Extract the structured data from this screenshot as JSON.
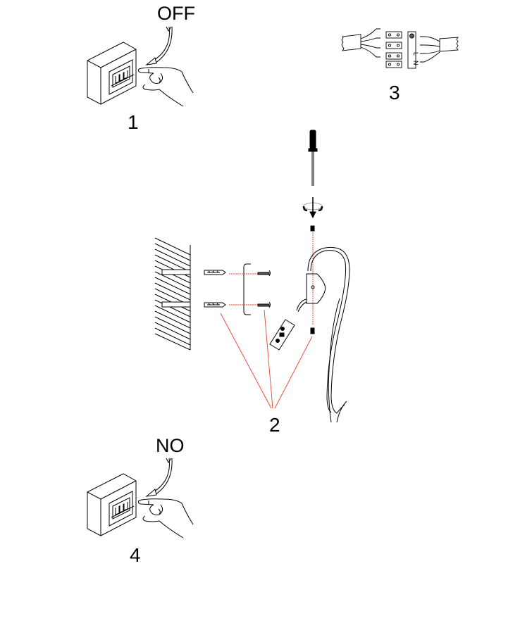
{
  "steps": [
    {
      "number": "1",
      "caption": "OFF"
    },
    {
      "number": "2",
      "caption": ""
    },
    {
      "number": "3",
      "caption": ""
    },
    {
      "number": "4",
      "caption": "NO"
    }
  ],
  "terminal_block": {
    "labels": [
      "L",
      "N"
    ]
  },
  "colors": {
    "line": "#000000",
    "guide": "#e8412c"
  }
}
